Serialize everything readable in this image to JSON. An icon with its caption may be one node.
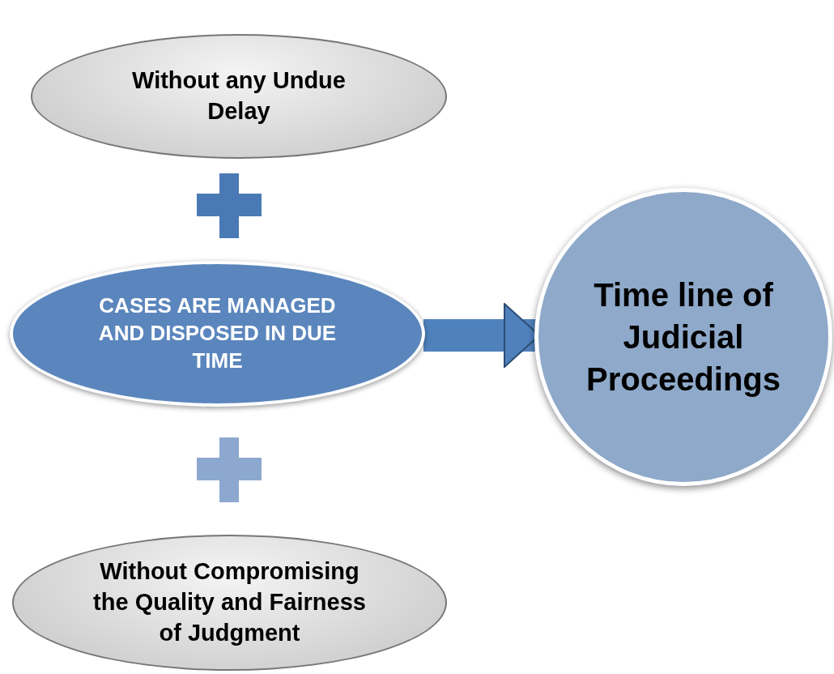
{
  "diagram": {
    "nodes": [
      {
        "text": [
          "Without  any Undue Delay"
        ]
      },
      {
        "text": [
          "CASES ARE MANAGED AND DISPOSED IN DUE TIME"
        ]
      },
      {
        "text": [
          "Without Compromising the Quality and Fairness of Judgment"
        ]
      },
      {
        "text": [
          "Time line of Judicial Proceedings"
        ]
      }
    ],
    "edges": [
      {
        "from": 1,
        "to": 3,
        "arrow": "to"
      }
    ]
  }
}
